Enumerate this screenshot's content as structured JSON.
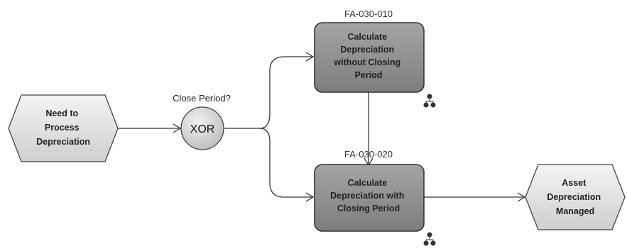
{
  "diagram": {
    "start_event": {
      "lines": [
        "Need to",
        "Process",
        "Depreciation"
      ]
    },
    "gateway": {
      "question": "Close Period?",
      "label": "XOR"
    },
    "task_1": {
      "id": "FA-030-010",
      "lines": [
        "Calculate",
        "Depreciation",
        "without Closing",
        "Period"
      ]
    },
    "task_2": {
      "id": "FA-030-020",
      "lines": [
        "Calculate",
        "Depreciation with",
        "Closing Period"
      ]
    },
    "end_event": {
      "lines": [
        "Asset",
        "Depreciation",
        "Managed"
      ]
    },
    "icons": {
      "task_1_role": "org-unit-icon",
      "task_2_role": "org-unit-icon"
    }
  }
}
